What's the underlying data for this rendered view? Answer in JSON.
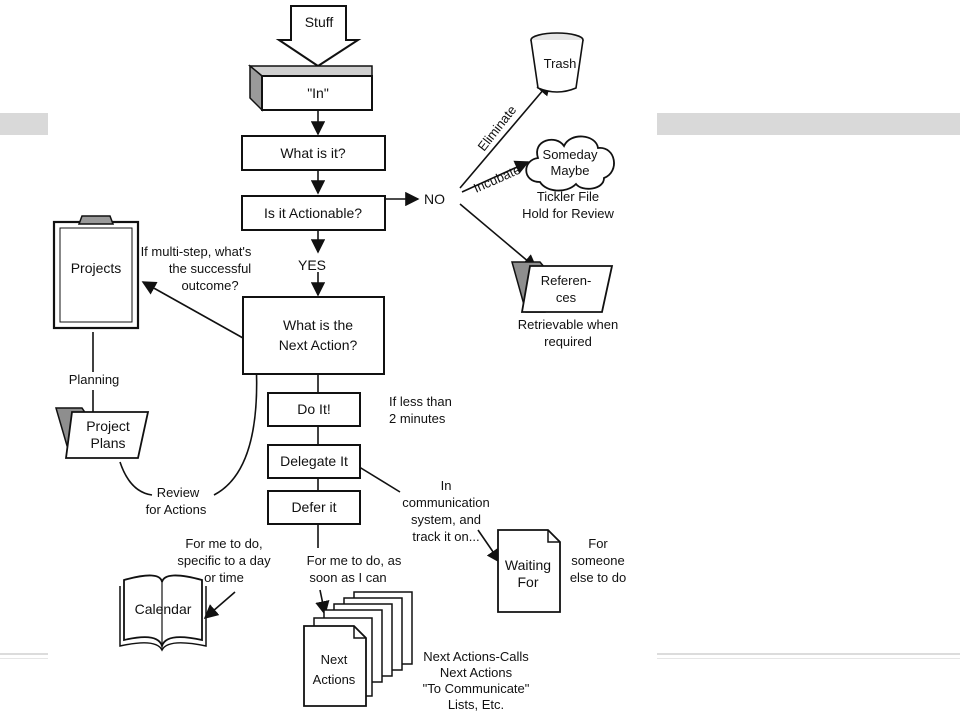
{
  "nodes": {
    "stuff": "Stuff",
    "in": "\"In\"",
    "what_is_it": "What is it?",
    "actionable": "Is it Actionable?",
    "no": "NO",
    "yes": "YES",
    "next_action_1": "What is the",
    "next_action_2": "Next Action?",
    "do_it": "Do It!",
    "delegate": "Delegate It",
    "defer": "Defer it",
    "trash": "Trash",
    "someday_1": "Someday",
    "someday_2": "Maybe",
    "references_1": "Referen-",
    "references_2": "ces",
    "projects": "Projects",
    "project_plans_1": "Project",
    "project_plans_2": "Plans",
    "waiting_1": "Waiting",
    "waiting_2": "For",
    "calendar": "Calendar",
    "next_actions_1": "Next",
    "next_actions_2": "Actions"
  },
  "labels": {
    "eliminate": "Eliminate",
    "incubate": "Incubate",
    "tickler_1": "Tickler File",
    "tickler_2": "Hold for Review",
    "retrievable_1": "Retrievable when",
    "retrievable_2": "required",
    "multistep_1": "If multi-step, what's",
    "multistep_2": "the successful",
    "multistep_3": "outcome?",
    "planning": "Planning",
    "review_1": "Review",
    "review_2": "for Actions",
    "less2_1": "If less than",
    "less2_2": "2 minutes",
    "comm_1": "In",
    "comm_2": "communication",
    "comm_3": "system, and",
    "comm_4": "track it on...",
    "someone_1": "For",
    "someone_2": "someone",
    "someone_3": "else to do",
    "specific_1": "For me to do,",
    "specific_2": "specific to a day",
    "specific_3": "or time",
    "asap_1": "For me to do, as",
    "asap_2": "soon as I can",
    "lists_1": "Next Actions-Calls",
    "lists_2": "Next Actions",
    "lists_3": "\"To Communicate\"",
    "lists_4": "Lists, Etc."
  }
}
